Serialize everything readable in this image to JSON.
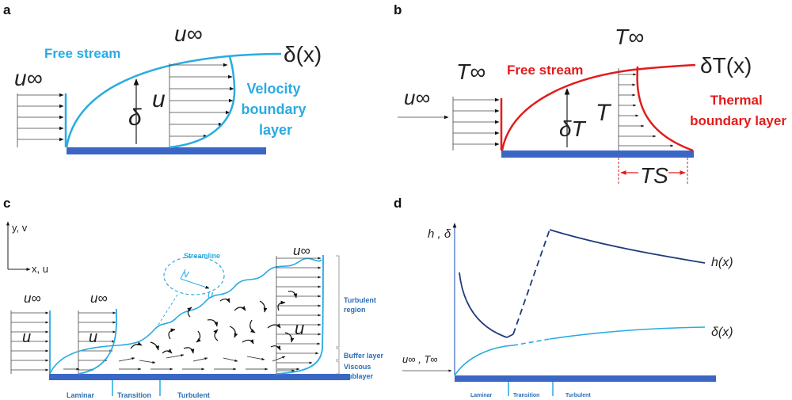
{
  "panel_a": {
    "label": "a",
    "u_inf": "u∞",
    "u_inf_top": "u∞",
    "free_stream": "Free stream",
    "delta_x": "δ(x)",
    "delta": "δ",
    "u": "u",
    "layer_lines": [
      "Velocity",
      "boundary",
      "layer"
    ],
    "colors": {
      "curve": "#29abe2",
      "plate": "#3a67c5"
    }
  },
  "panel_b": {
    "label": "b",
    "u_inf": "u∞",
    "T_inf": "T∞",
    "T_inf_top": "T∞",
    "free_stream": "Free stream",
    "delta_T_x": "δT(x)",
    "delta_T": "δT",
    "T": "T",
    "T_s": "TS",
    "layer_lines": [
      "Thermal",
      "boundary layer"
    ],
    "colors": {
      "curve": "#e31b1b",
      "plate": "#3a67c5"
    }
  },
  "panel_c": {
    "label": "c",
    "y_axis": "y, v",
    "x_axis": "x, u",
    "streamline": "Streamline",
    "u_inf_1": "u∞",
    "u_inf_2": "u∞",
    "u_inf_3": "u∞",
    "u_1": "u",
    "u_2": "u",
    "v_small": "v",
    "u_small": "u",
    "turbulent_region_lines": [
      "Turbulent",
      "region"
    ],
    "buffer_layer": "Buffer layer",
    "viscous_lines": [
      "Viscous",
      "sublayer"
    ],
    "regimes": [
      "Laminar",
      "Transition",
      "Turbulent"
    ]
  },
  "panel_d": {
    "label": "d",
    "y_axis": "h , δ",
    "x_inlet": "u∞ , T∞",
    "h_x": "h(x)",
    "delta_x": "δ(x)",
    "regimes": [
      "Laminar",
      "Transition",
      "Turbulent"
    ],
    "colors": {
      "h_curve": "#1f3a7a",
      "delta_curve": "#29abe2"
    }
  }
}
